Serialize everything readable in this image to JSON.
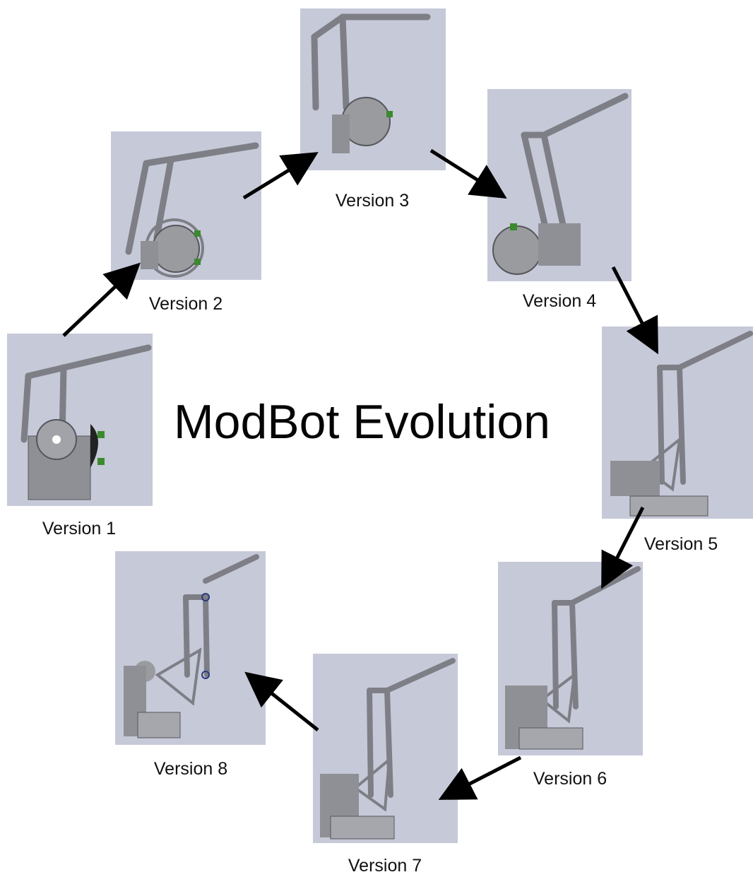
{
  "title": "ModBot Evolution",
  "versions": [
    {
      "label": "Version 1"
    },
    {
      "label": "Version 2"
    },
    {
      "label": "Version 3"
    },
    {
      "label": "Version 4"
    },
    {
      "label": "Version 5"
    },
    {
      "label": "Version 6"
    },
    {
      "label": "Version 7"
    },
    {
      "label": "Version 8"
    }
  ],
  "colors": {
    "panel_background": "#c6c9d8",
    "arm_gray": "#7e7f86",
    "wheel_gray": "#9a9b9f",
    "wheel_accent_green": "#3b8a2e",
    "arrow": "#000000"
  }
}
